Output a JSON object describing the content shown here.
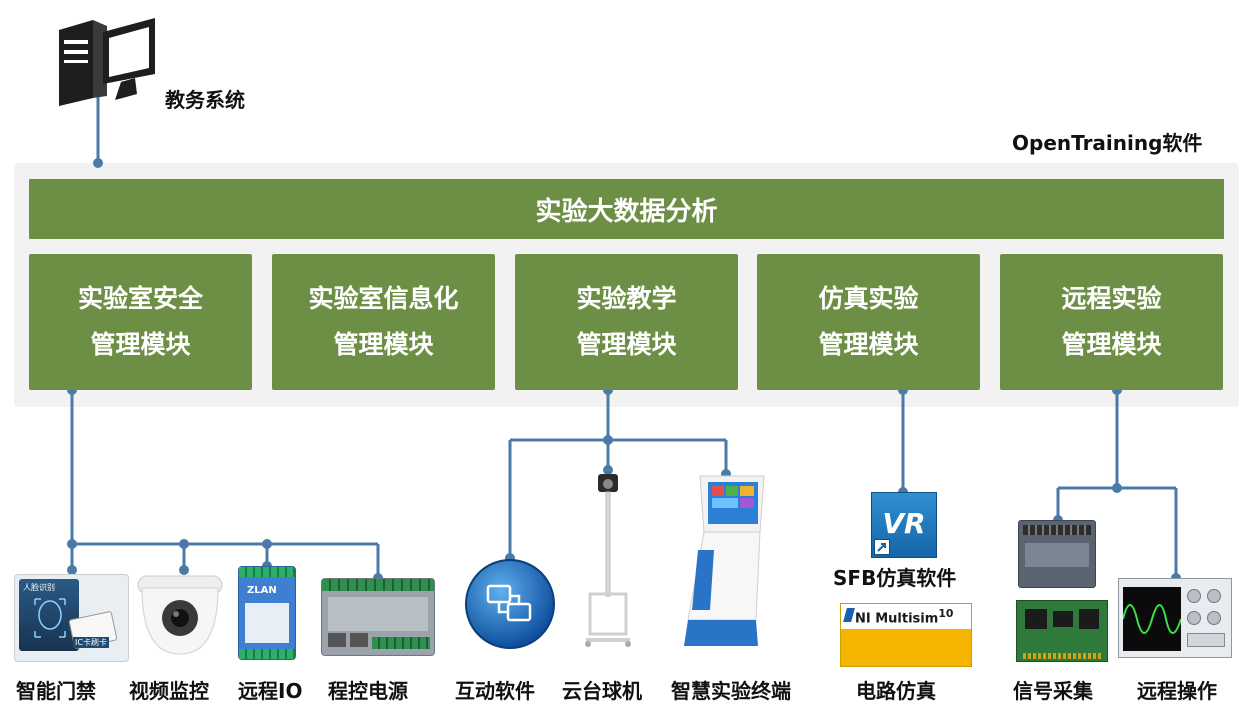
{
  "top": {
    "system_label": "教务系统",
    "software_label": "OpenTraining软件"
  },
  "banner": {
    "title": "实验大数据分析"
  },
  "modules": [
    {
      "line1": "实验室安全",
      "line2": "管理模块"
    },
    {
      "line1": "实验室信息化",
      "line2": "管理模块"
    },
    {
      "line1": "实验教学",
      "line2": "管理模块"
    },
    {
      "line1": "仿真实验",
      "line2": "管理模块"
    },
    {
      "line1": "远程实验",
      "line2": "管理模块"
    }
  ],
  "devices": {
    "face_card": "智能门禁",
    "camera": "视频监控",
    "remote_io": "远程IO",
    "power": "程控电源",
    "interactive": "互动软件",
    "ptz": "云台球机",
    "terminal": "智慧实验终端",
    "sfb": "SFB仿真软件",
    "circuit": "电路仿真",
    "signal": "信号采集",
    "remote_op": "远程操作"
  },
  "device_text": {
    "face_title": "人脸识别",
    "face_card": "IC卡刷卡",
    "vr_logo": "VR",
    "multisim_logo": "NI Multisim",
    "multisim_version": "10",
    "zlan_logo": "ZLAN"
  },
  "colors": {
    "module_green": "#6d8f45",
    "wire_blue": "#4a7aa8",
    "panel_gray": "#f2f2f2"
  }
}
